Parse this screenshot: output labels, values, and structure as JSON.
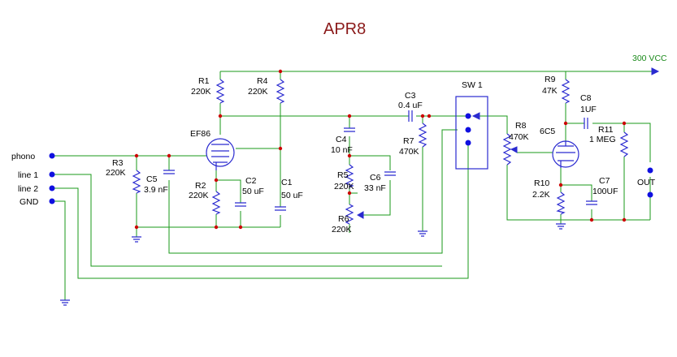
{
  "title": "APR8",
  "labels": {
    "vcc": "300 VCC",
    "phono": "phono",
    "line1": "line 1",
    "line2": "line 2",
    "gnd": "GND",
    "out": "OUT",
    "sw1": "SW 1",
    "ef86": "EF86",
    "sixc5": "6C5"
  },
  "components": {
    "R1": {
      "name": "R1",
      "value": "220K"
    },
    "R2": {
      "name": "R2",
      "value": "220K"
    },
    "R3": {
      "name": "R3",
      "value": "220K"
    },
    "R4": {
      "name": "R4",
      "value": "220K"
    },
    "R5": {
      "name": "R5",
      "value": "220K"
    },
    "R6": {
      "name": "R6",
      "value": "220K"
    },
    "R7": {
      "name": "R7",
      "value": "470K"
    },
    "R8": {
      "name": "R8",
      "value": "470K"
    },
    "R9": {
      "name": "R9",
      "value": "47K"
    },
    "R10": {
      "name": "R10",
      "value": "2.2K"
    },
    "R11": {
      "name": "R11",
      "value": "1 MEG"
    },
    "C1": {
      "name": "C1",
      "value": "50 uF"
    },
    "C2": {
      "name": "C2",
      "value": "50 uF"
    },
    "C3": {
      "name": "C3",
      "value": "0.4 uF"
    },
    "C4": {
      "name": "C4",
      "value": "10 nF"
    },
    "C5": {
      "name": "C5",
      "value": "3.9 nF"
    },
    "C6": {
      "name": "C6",
      "value": "33 nF"
    },
    "C7": {
      "name": "C7",
      "value": "100UF"
    },
    "C8": {
      "name": "C8",
      "value": "1UF"
    }
  },
  "colors": {
    "wire": "#1a9a1a",
    "component": "#2a2ad0",
    "node": "#cc0000",
    "terminal": "#1010e0",
    "title": "#8b1a1a"
  }
}
